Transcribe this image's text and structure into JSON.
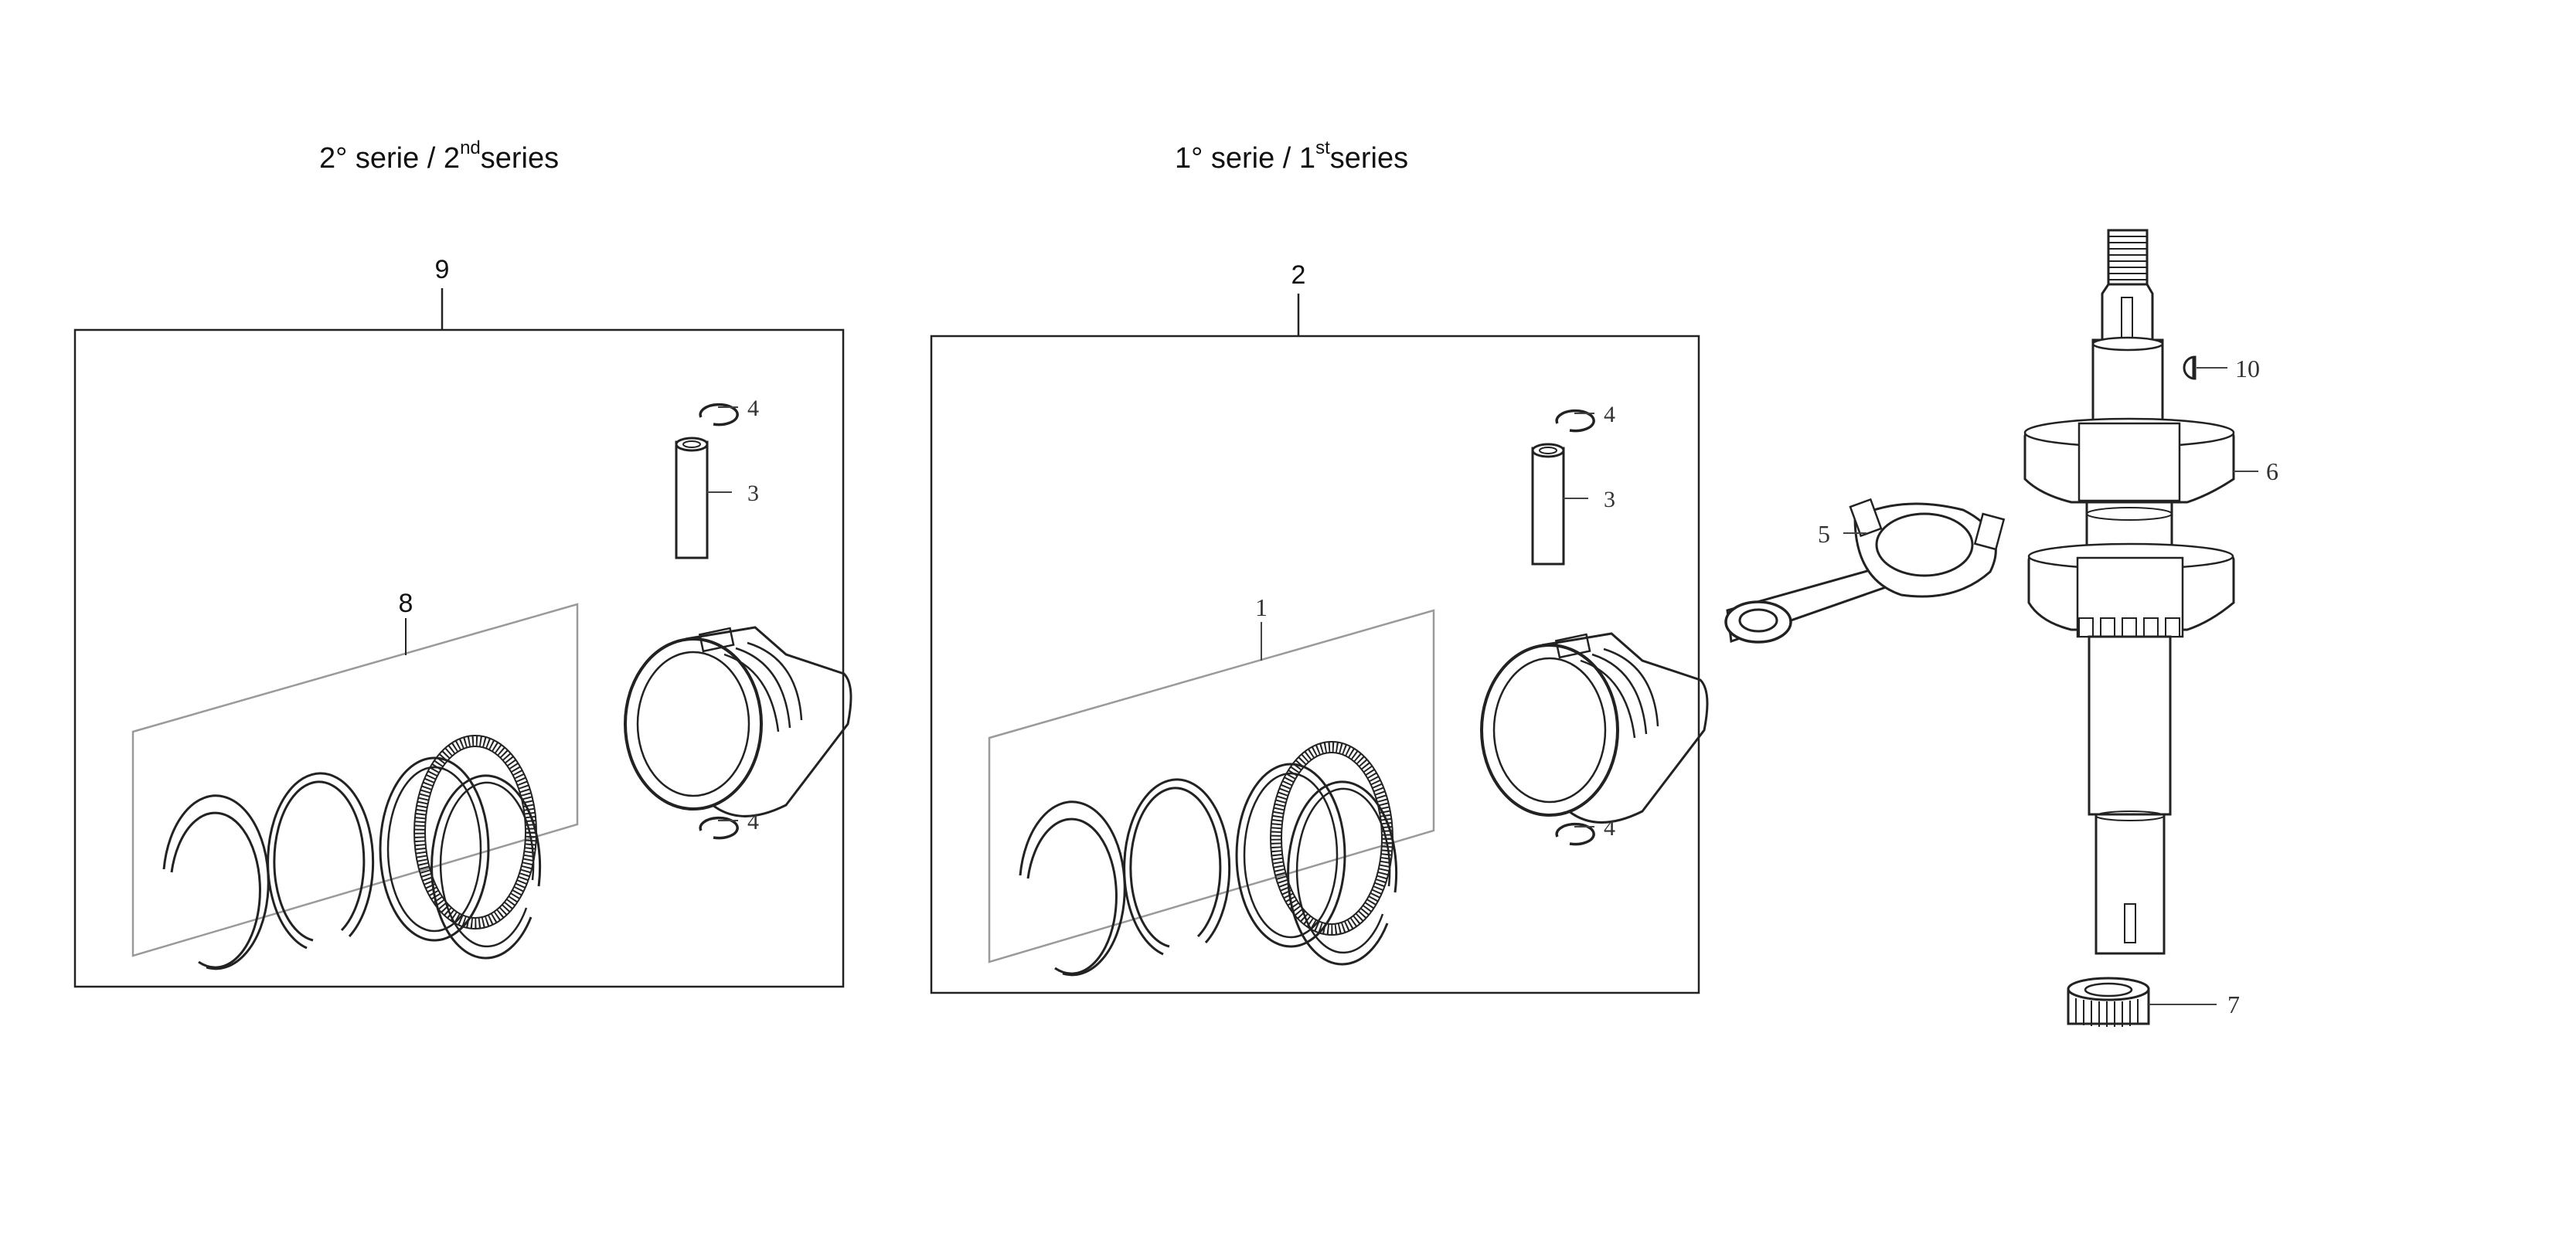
{
  "headings": {
    "second_series": {
      "prefix": "2° serie / 2",
      "sup": "nd",
      "suffix": "series"
    },
    "first_series": {
      "prefix": "1° serie / 1",
      "sup": "st",
      "suffix": "series"
    }
  },
  "callouts": {
    "kit_second_series": "9",
    "rings_second_series": "8",
    "kit_first_series": "2",
    "rings_first_series": "1",
    "circlip": "4",
    "piston_pin": "3",
    "connecting_rod": "5",
    "crankshaft": "6",
    "timing_gear": "7",
    "key": "10"
  }
}
